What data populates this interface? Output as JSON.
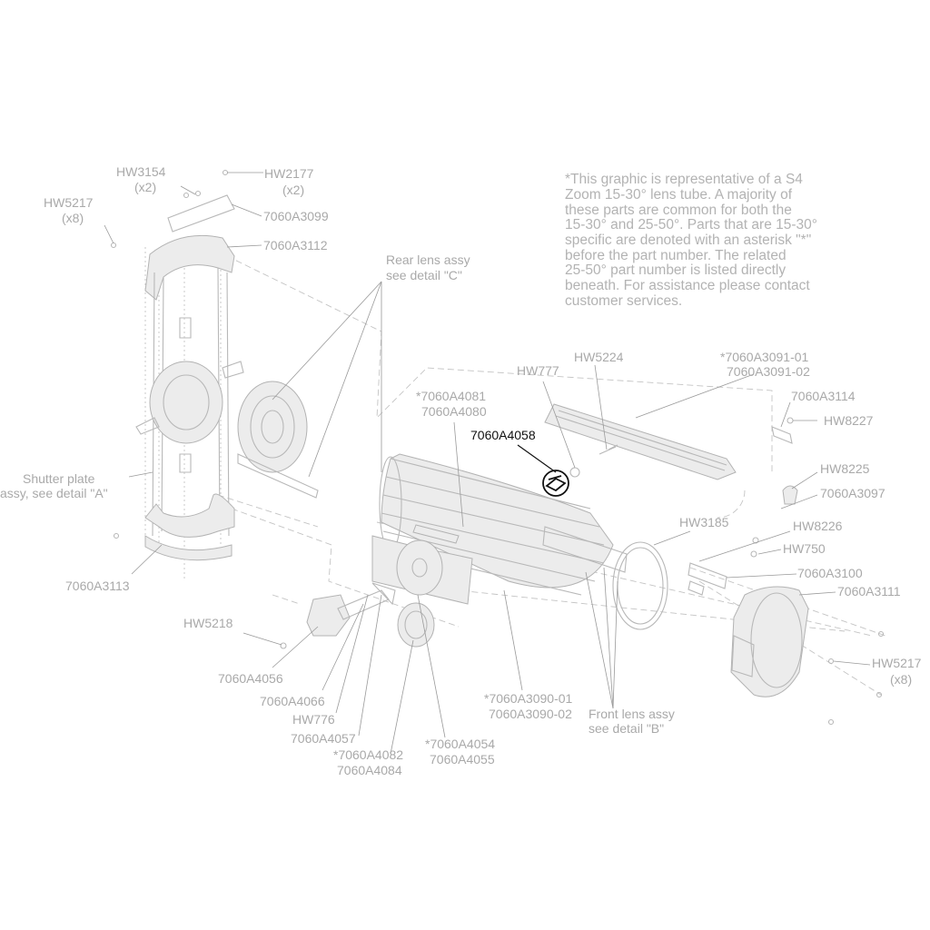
{
  "labels": {
    "hw3154": "HW3154",
    "hw3154_qty": "(x2)",
    "hw2177": "HW2177",
    "hw2177_qty": "(x2)",
    "hw5217_left": "HW5217",
    "hw5217_left_qty": "(x8)",
    "a7060A3099": "7060A3099",
    "a7060A3112": "7060A3112",
    "rear_lens_1": "Rear lens assy",
    "rear_lens_2": "see detail \"C\"",
    "shutter_1": "Shutter plate",
    "shutter_2": "assy, see detail \"A\"",
    "a7060A3113": "7060A3113",
    "hw777": "HW777",
    "hw5224": "HW5224",
    "a7060A3091_01": "*7060A3091-01",
    "a7060A3091_02": "7060A3091-02",
    "a7060A4081": "*7060A4081",
    "a7060A4080": "7060A4080",
    "a7060A4058": "7060A4058",
    "a7060A3114": "7060A3114",
    "hw8227": "HW8227",
    "hw8225": "HW8225",
    "a7060A3097": "7060A3097",
    "hw3185": "HW3185",
    "hw8226": "HW8226",
    "hw750": "HW750",
    "a7060A3100": "7060A3100",
    "a7060A3111": "7060A3111",
    "hw5217_right": "HW5217",
    "hw5217_right_qty": "(x8)",
    "hw5218": "HW5218",
    "a7060A4056": "7060A4056",
    "a7060A4066": "7060A4066",
    "hw776": "HW776",
    "a7060A4057": "7060A4057",
    "a7060A4082": "*7060A4082",
    "a7060A4084": "7060A4084",
    "a7060A4054": "*7060A4054",
    "a7060A4055": "7060A4055",
    "a7060A3090_01": "*7060A3090-01",
    "a7060A3090_02": "7060A3090-02",
    "front_lens_1": "Front lens assy",
    "front_lens_2": "see detail \"B\""
  },
  "note": {
    "lines": [
      "*This graphic is representative of a S4",
      "Zoom 15-30° lens tube. A majority of",
      "these parts are common for both the",
      "15-30° and 25-50°. Parts that are 15-30°",
      "specific are denoted with an asterisk \"*\"",
      "before the part number. The related",
      "25-50° part number is listed directly",
      "beneath.  For assistance please contact",
      "customer services."
    ]
  },
  "highlight": {
    "part": "7060A4058",
    "color": "#111111"
  }
}
